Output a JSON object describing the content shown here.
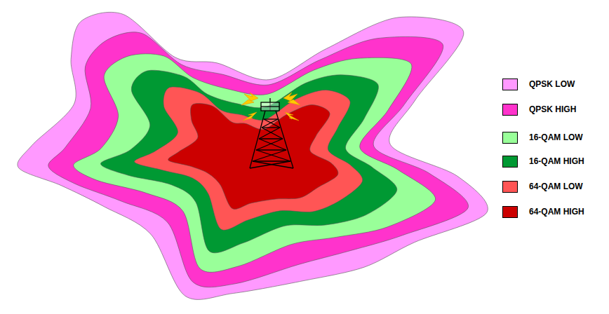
{
  "diagram": {
    "legend": [
      {
        "text": "QPSK LOW",
        "color": "#ff99ff"
      },
      {
        "text": "QPSK HIGH",
        "color": "#ff33cc"
      },
      {
        "text": "16-QAM LOW",
        "color": "#99ff99"
      },
      {
        "text": "16-QAM HIGH",
        "color": "#009933"
      },
      {
        "text": "64-QAM LOW",
        "color": "#ff5555"
      },
      {
        "text": "64-QAM HIGH",
        "color": "#cc0000"
      }
    ]
  }
}
